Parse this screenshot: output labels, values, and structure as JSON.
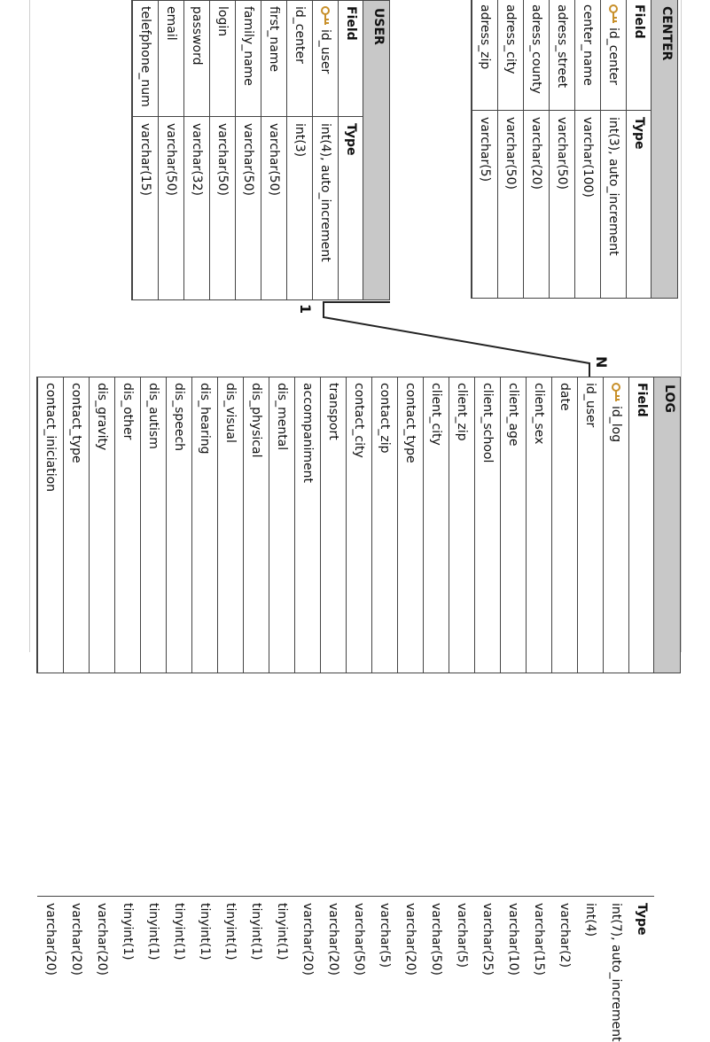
{
  "tables": {
    "center": {
      "title": "CENTER",
      "field_header": "Field",
      "type_header": "Type",
      "rows": [
        {
          "field": "id_center",
          "type": "int(3), auto_increment",
          "key": true
        },
        {
          "field": "center_name",
          "type": "varchar(100)"
        },
        {
          "field": "adress_street",
          "type": "varchar(50)"
        },
        {
          "field": "adress_county",
          "type": "varchar(20)"
        },
        {
          "field": "adress_city",
          "type": "varchar(50)"
        },
        {
          "field": "adress_zip",
          "type": "varchar(5)"
        }
      ]
    },
    "user": {
      "title": "USER",
      "field_header": "Field",
      "type_header": "Type",
      "rows": [
        {
          "field": "id_user",
          "type": "int(4), auto_increment",
          "key": true
        },
        {
          "field": "id_center",
          "type": "int(3)"
        },
        {
          "field": "first_name",
          "type": "varchar(50)"
        },
        {
          "field": "family_name",
          "type": "varchar(50)"
        },
        {
          "field": "login",
          "type": "varchar(50)"
        },
        {
          "field": "password",
          "type": "varchar(32)"
        },
        {
          "field": "email",
          "type": "varchar(50)"
        },
        {
          "field": "telefphone_num",
          "type": "varchar(15)"
        }
      ]
    },
    "log": {
      "title": "LOG",
      "field_header": "Field",
      "type_header": "Type",
      "rows": [
        {
          "field": "id_log",
          "type": "int(7), auto_increment",
          "key": true
        },
        {
          "field": "id_user",
          "type": "int(4)"
        },
        {
          "field": "date",
          "type": "varchar(2)"
        },
        {
          "field": "client_sex",
          "type": "varchar(15)"
        },
        {
          "field": "client_age",
          "type": "varchar(10)"
        },
        {
          "field": "client_school",
          "type": "varchar(25)"
        },
        {
          "field": "client_zip",
          "type": "varchar(5)"
        },
        {
          "field": "client_city",
          "type": "varchar(50)"
        },
        {
          "field": "contact_type",
          "type": "varchar(20)"
        },
        {
          "field": "contact_zip",
          "type": "varchar(5)"
        },
        {
          "field": "contact_city",
          "type": "varchar(50)"
        },
        {
          "field": "transport",
          "type": "varchar(20)"
        },
        {
          "field": "accompaniment",
          "type": "varchar(20)"
        },
        {
          "field": "dis_mental",
          "type": "tinyint(1)"
        },
        {
          "field": "dis_physical",
          "type": "tinyint(1)"
        },
        {
          "field": "dis_visual",
          "type": "tinyint(1)"
        },
        {
          "field": "dis_hearing",
          "type": "tinyint(1)"
        },
        {
          "field": "dis_speech",
          "type": "tinyint(1)"
        },
        {
          "field": "dis_autism",
          "type": "tinyint(1)"
        },
        {
          "field": "dis_other",
          "type": "tinyint(1)"
        },
        {
          "field": "dis_gravity",
          "type": "varchar(20)"
        },
        {
          "field": "contact_type",
          "type": "varchar(20)"
        },
        {
          "field": "contact_iniciation",
          "type": "varchar(20)"
        }
      ]
    }
  },
  "relationship": {
    "from_label": "1",
    "to_label": "N"
  }
}
